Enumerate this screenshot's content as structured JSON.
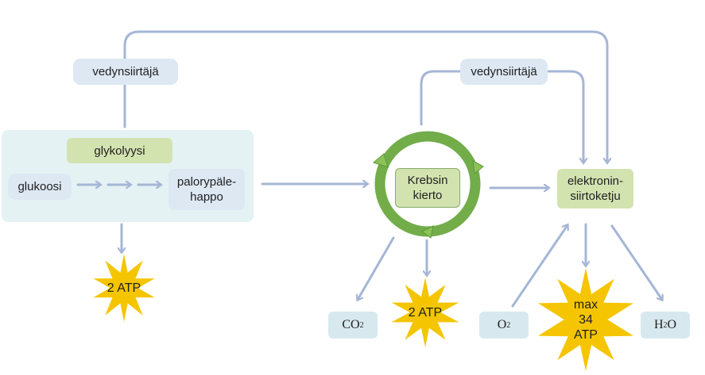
{
  "diagram": {
    "hydrogen_carrier_top": "vedynsiirtäjä",
    "hydrogen_carrier_krebs": "vedynsiirtäjä",
    "glycolysis": "glykolyysi",
    "glucose": "glukoosi",
    "pyruvic_acid_line1": "palorypäle-",
    "pyruvic_acid_line2": "happo",
    "krebs_line1": "Krebsin",
    "krebs_line2": "kierto",
    "etc_line1": "elektronin-",
    "etc_line2": "siirtoketju",
    "atp_glycolysis": "2 ATP",
    "atp_krebs": "2 ATP",
    "atp_etc_line1": "max",
    "atp_etc_line2": "34",
    "atp_etc_line3": "ATP",
    "co2_base": "CO",
    "co2_sub": "2",
    "o2_base": "O",
    "o2_sub": "2",
    "h2o_part1": "H",
    "h2o_sub": "2",
    "h2o_part2": "O",
    "colors": {
      "arrow": "#a5b6d6",
      "krebs_ring": "#72ad4a",
      "star": "#f4c500",
      "pill": "#dde8f3",
      "green_box": "#d3e3b0",
      "panel": "#e4f2f4",
      "chem_box": "#d7e9ef"
    }
  }
}
